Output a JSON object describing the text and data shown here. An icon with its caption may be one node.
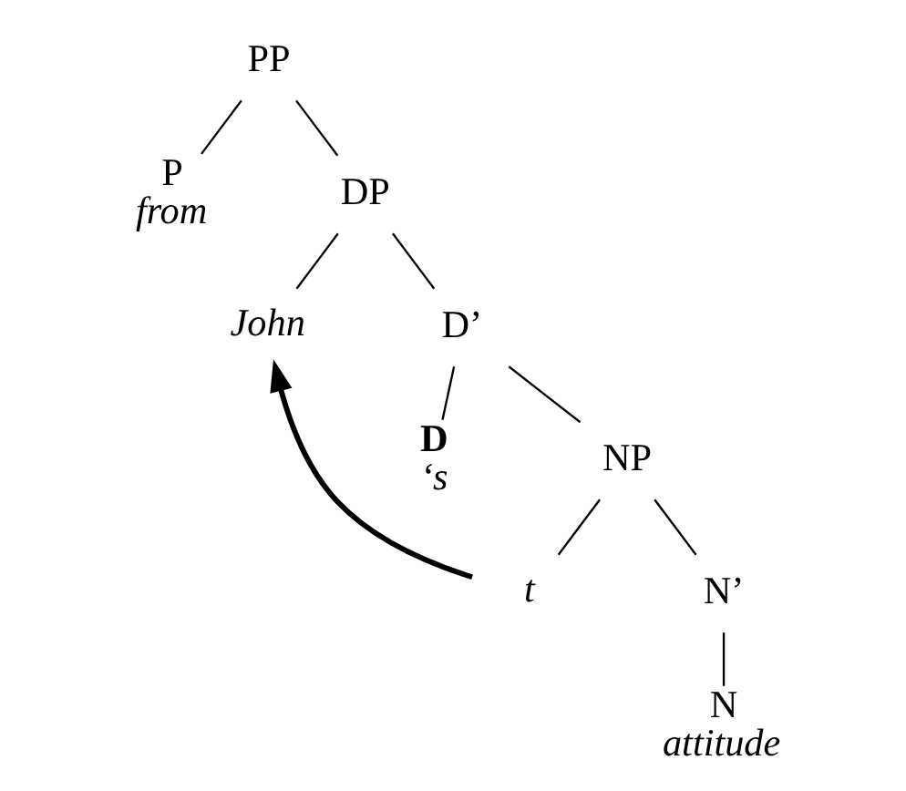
{
  "diagram": {
    "nodes": [
      {
        "text": [
          "PP"
        ]
      },
      {
        "text": [
          "P",
          "from"
        ]
      },
      {
        "text": [
          "DP"
        ]
      },
      {
        "text": [
          "John"
        ]
      },
      {
        "text": [
          "D’"
        ]
      },
      {
        "text": [
          "D",
          "‘s"
        ]
      },
      {
        "text": [
          "NP"
        ]
      },
      {
        "text": [
          "t"
        ]
      },
      {
        "text": [
          "N’"
        ]
      },
      {
        "text": [
          "N",
          "attitude"
        ]
      }
    ],
    "edges": [
      {
        "from": 0,
        "to": 1,
        "arrow": "none"
      },
      {
        "from": 0,
        "to": 2,
        "arrow": "none"
      },
      {
        "from": 2,
        "to": 3,
        "arrow": "none"
      },
      {
        "from": 2,
        "to": 4,
        "arrow": "none"
      },
      {
        "from": 4,
        "to": 5,
        "arrow": "none"
      },
      {
        "from": 4,
        "to": 6,
        "arrow": "none"
      },
      {
        "from": 6,
        "to": 7,
        "arrow": "none"
      },
      {
        "from": 6,
        "to": 8,
        "arrow": "none"
      },
      {
        "from": 8,
        "to": 9,
        "arrow": "none"
      },
      {
        "from": 7,
        "to": 3,
        "arrow": "to",
        "style": "thick"
      }
    ]
  }
}
